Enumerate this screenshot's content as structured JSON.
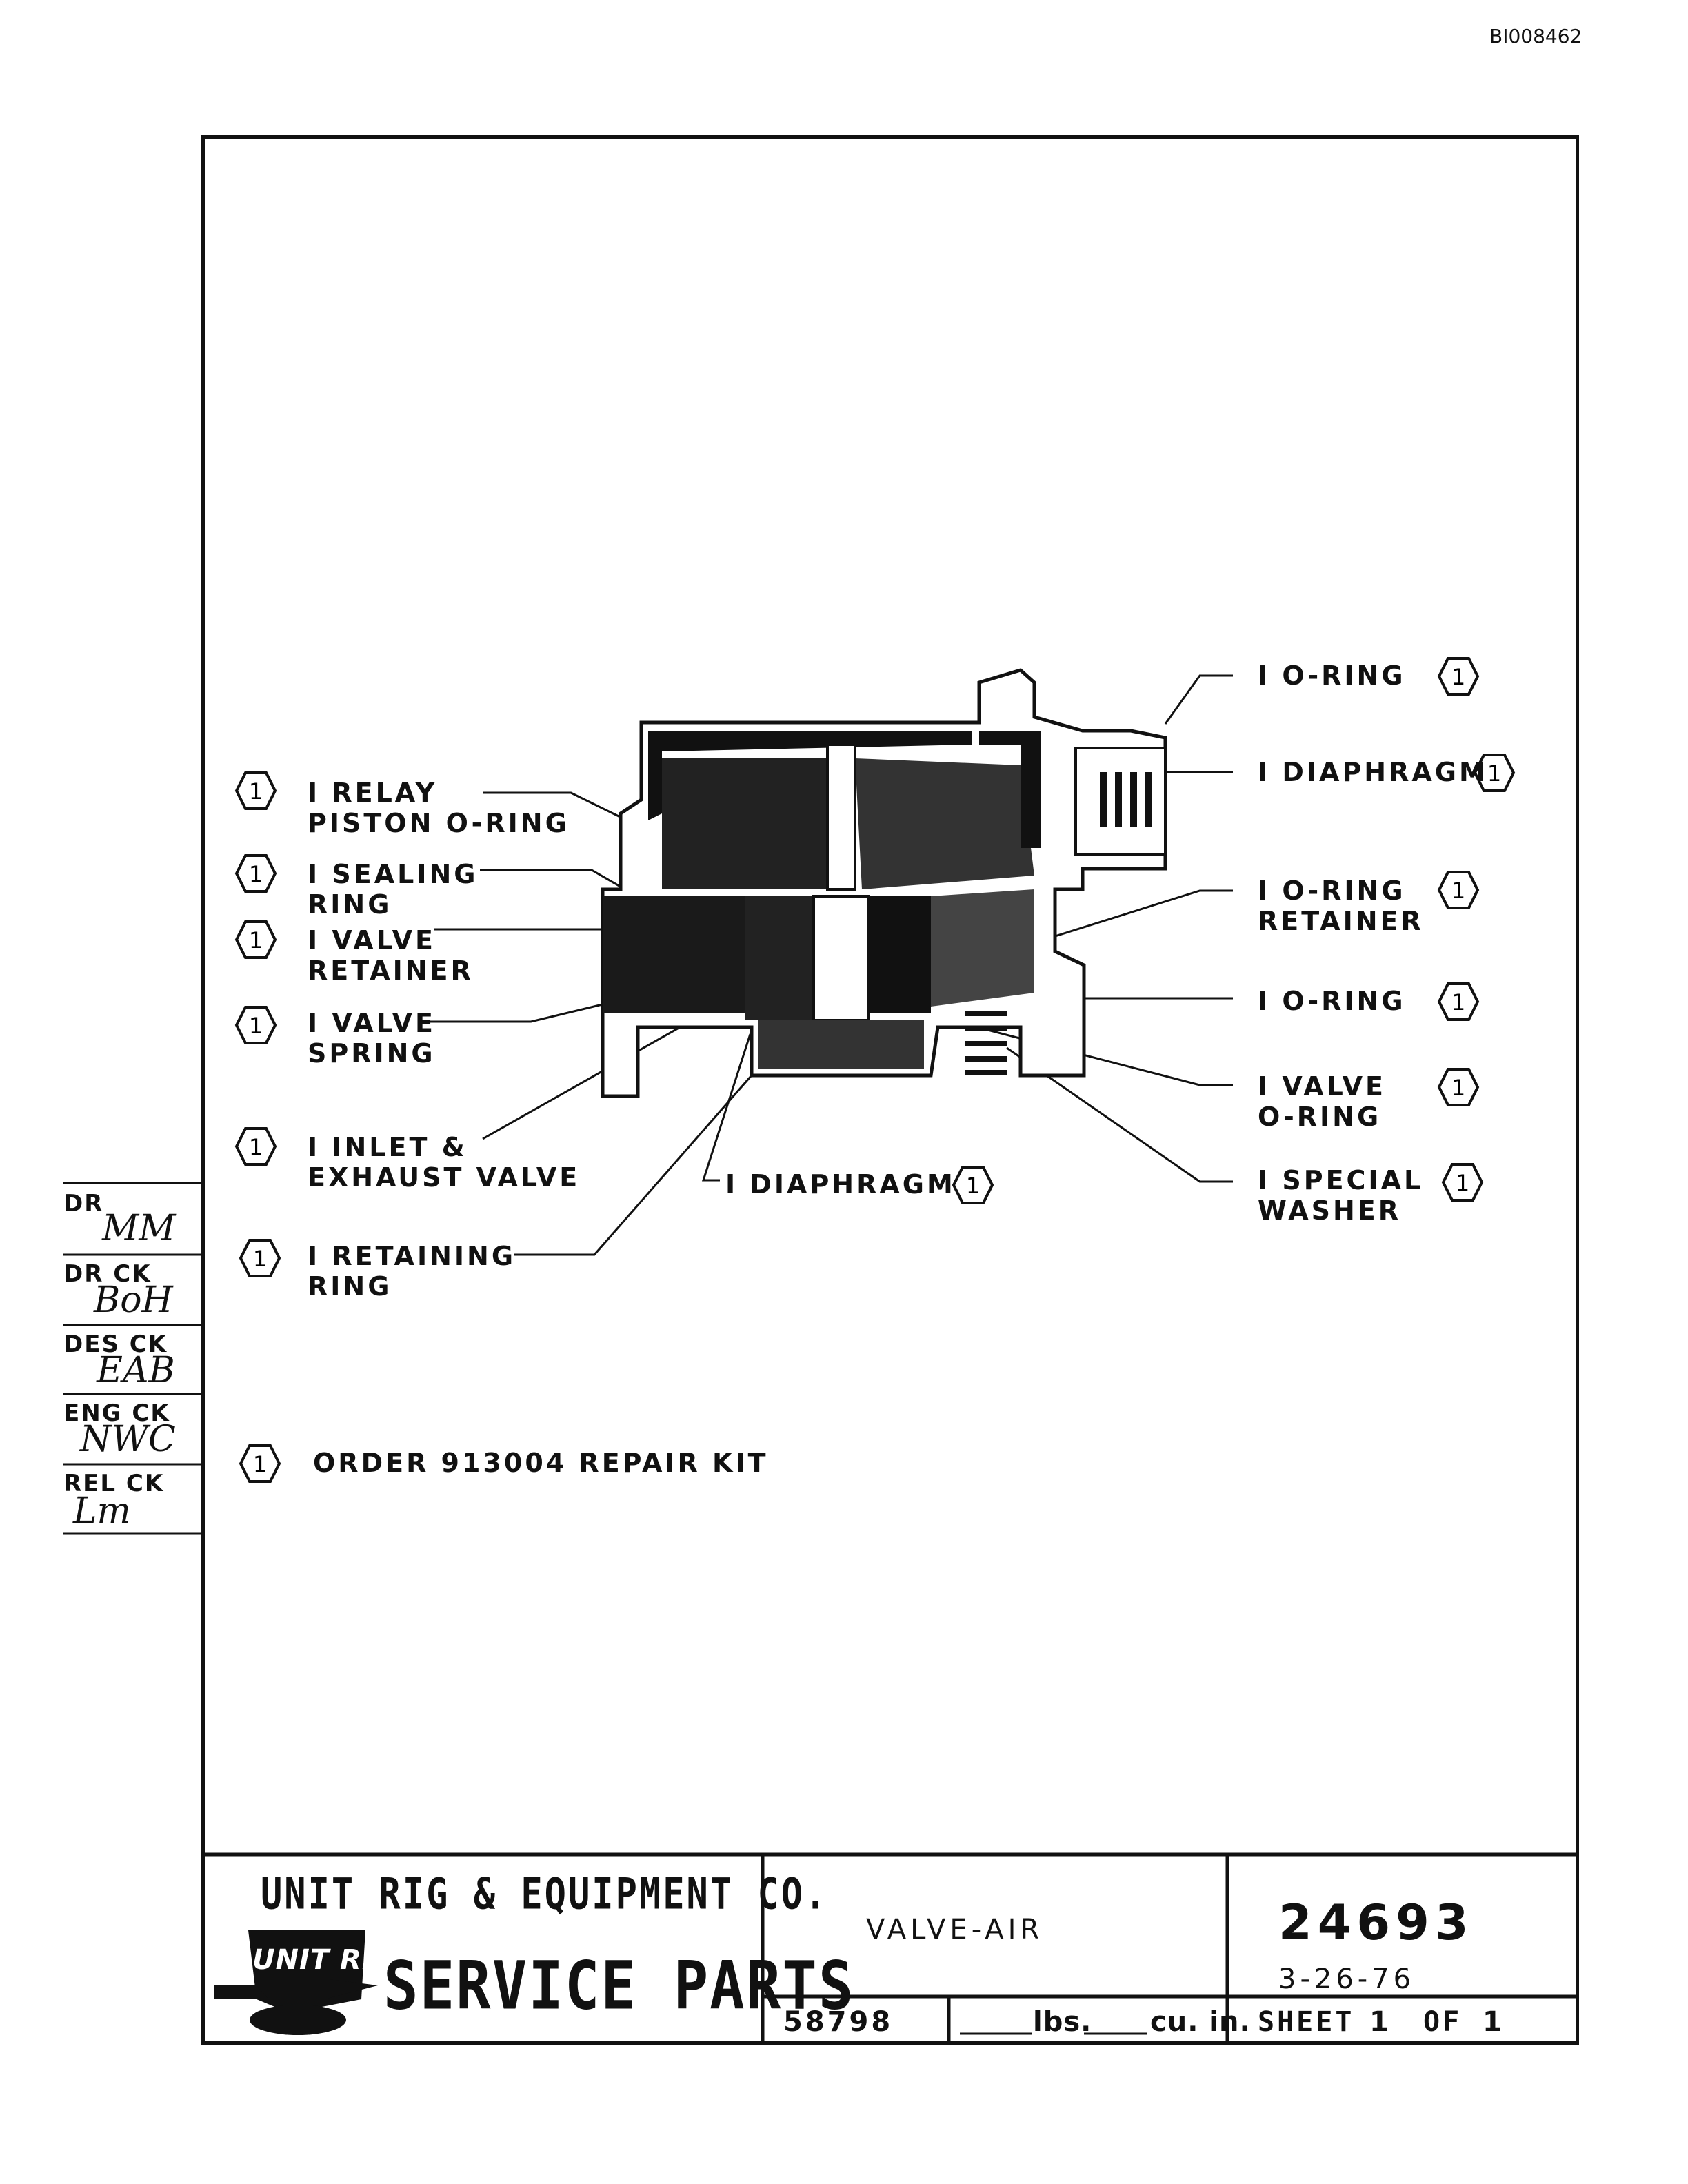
{
  "doc_id": "BI008462",
  "callout_number": "1",
  "parts": [
    {
      "label": "I RELAY\nPISTON O-RING"
    },
    {
      "label": "I SEALING\nRING"
    },
    {
      "label": "I VALVE\nRETAINER"
    },
    {
      "label": "I VALVE\nSPRING"
    },
    {
      "label": "I INLET &\nEXHAUST VALVE"
    },
    {
      "label": "I RETAINING\nRING"
    },
    {
      "label": "I DIAPHRAGM"
    },
    {
      "label": "I O-RING"
    },
    {
      "label": "I DIAPHRAGM"
    },
    {
      "label": "I O-RING\nRETAINER"
    },
    {
      "label": "I O-RING"
    },
    {
      "label": "I VALVE\nO-RING"
    },
    {
      "label": "I SPECIAL\nWASHER"
    }
  ],
  "note": "ORDER 913004 REPAIR KIT",
  "approvals": [
    {
      "label": "DR",
      "signature": "MM"
    },
    {
      "label": "DR CK",
      "signature": "BoH"
    },
    {
      "label": "DES CK",
      "signature": "EAB"
    },
    {
      "label": "ENG CK",
      "signature": "NWC"
    },
    {
      "label": "REL CK",
      "signature": "Lm"
    }
  ],
  "title_block": {
    "company": "UNIT RIG & EQUIPMENT CO.",
    "logo_text": "UNIT RIG",
    "service_parts": "SERVICE PARTS",
    "title": "VALVE-AIR",
    "part_number": "24693",
    "date": "3-26-76",
    "ref_number": "58798",
    "lbs_label": "lbs.",
    "cuin_label": "cu. in.",
    "sheet_label": "SHEET",
    "sheet_num": "1",
    "of_label": "OF",
    "sheet_total": "1"
  }
}
